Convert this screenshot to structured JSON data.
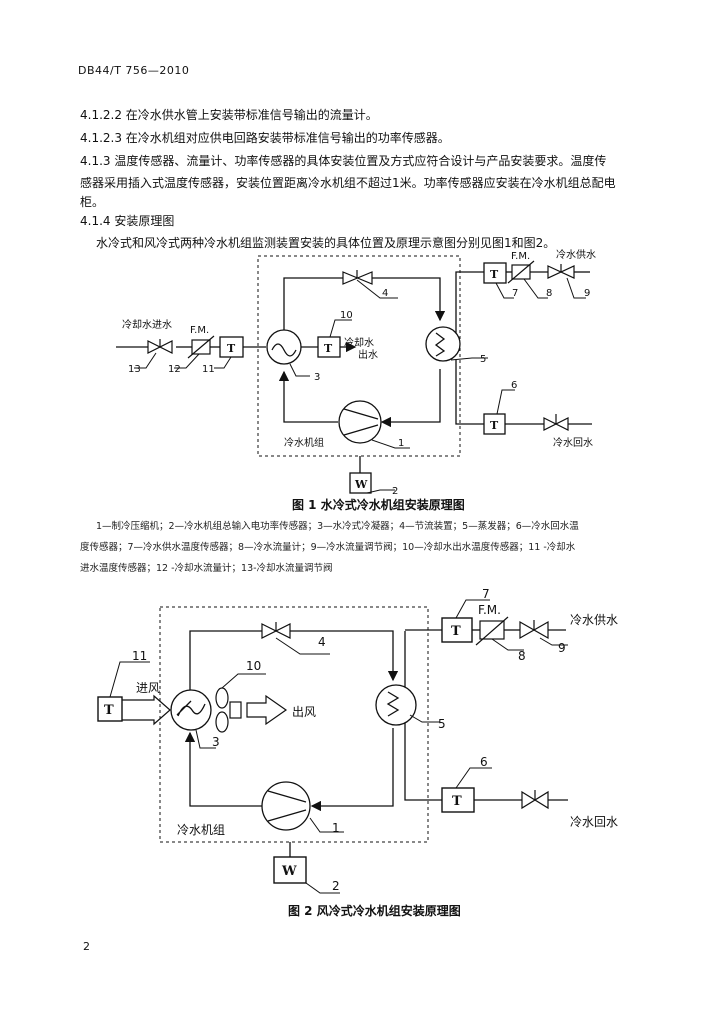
{
  "header": "DB44/T 756—2010",
  "paragraphs": {
    "p_4_1_2_2": "4.1.2.2 在冷水供水管上安装带标准信号输出的流量计。",
    "p_4_1_2_3": "4.1.2.3 在冷水机组对应供电回路安装带标准信号输出的功率传感器。",
    "p_4_1_3_a": "4.1.3  温度传感器、流量计、功率传感器的具体安装位置及方式应符合设计与产品安装要求。温度传",
    "p_4_1_3_b": "感器采用插入式温度传感器，安装位置距离冷水机组不超过1米。功率传感器应安装在冷水机组总配电",
    "p_4_1_3_c": "柜。",
    "p_4_1_4": "4.1.4  安装原理图",
    "p_intro": "水冷式和风冷式两种冷水机组监测装置安装的具体位置及原理示意图分别见图1和图2。"
  },
  "figure1": {
    "caption": "图 1  水冷式冷水机组安装原理图",
    "unit_label": "冷水机组",
    "labels": {
      "cooling_in": "冷却水进水",
      "cooling_out_1": "冷却水",
      "cooling_out_2": "出水",
      "chw_supply": "冷水供水",
      "chw_return": "冷水回水",
      "fm": "F.M.",
      "t": "T",
      "w": "W"
    },
    "numbers": [
      "1",
      "2",
      "3",
      "4",
      "5",
      "6",
      "7",
      "8",
      "9",
      "10",
      "11",
      "12",
      "13"
    ],
    "legend_lines": [
      "1—制冷压缩机；2—冷水机组总输入电功率传感器；3—水冷式冷凝器；4—节流装置；5—蒸发器；6—冷水回水温",
      "度传感器；7—冷水供水温度传感器；8—冷水流量计；9—冷水流量调节阀；10—冷却水出水温度传感器；11 -冷却水",
      "进水温度传感器；12 -冷却水流量计；13-冷却水流量调节阀"
    ]
  },
  "figure2": {
    "caption": "图 2 风冷式冷水机组安装原理图",
    "unit_label": "冷水机组",
    "labels": {
      "air_in": "进风",
      "air_out": "出风",
      "chw_supply": "冷水供水",
      "chw_return": "冷水回水",
      "fm": "F.M.",
      "t": "T",
      "w": "W"
    },
    "numbers": [
      "1",
      "2",
      "3",
      "4",
      "5",
      "6",
      "7",
      "8",
      "9",
      "10",
      "11"
    ]
  },
  "page_number": "2"
}
